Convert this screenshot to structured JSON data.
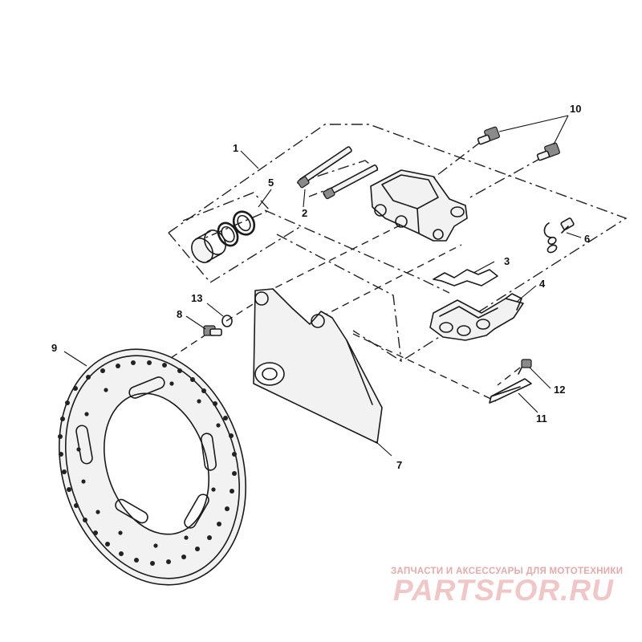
{
  "callouts": {
    "c1": "1",
    "c2": "2",
    "c3": "3",
    "c4": "4",
    "c5": "5",
    "c6": "6",
    "c7": "7",
    "c8": "8",
    "c9": "9",
    "c10": "10",
    "c11": "11",
    "c12": "12",
    "c13": "13"
  },
  "watermark": {
    "tagline": "ЗАПЧАСТИ И АКСЕССУАРЫ ДЛЯ МОТОТЕХНИКИ",
    "brand": "PARTSFOR.RU"
  }
}
